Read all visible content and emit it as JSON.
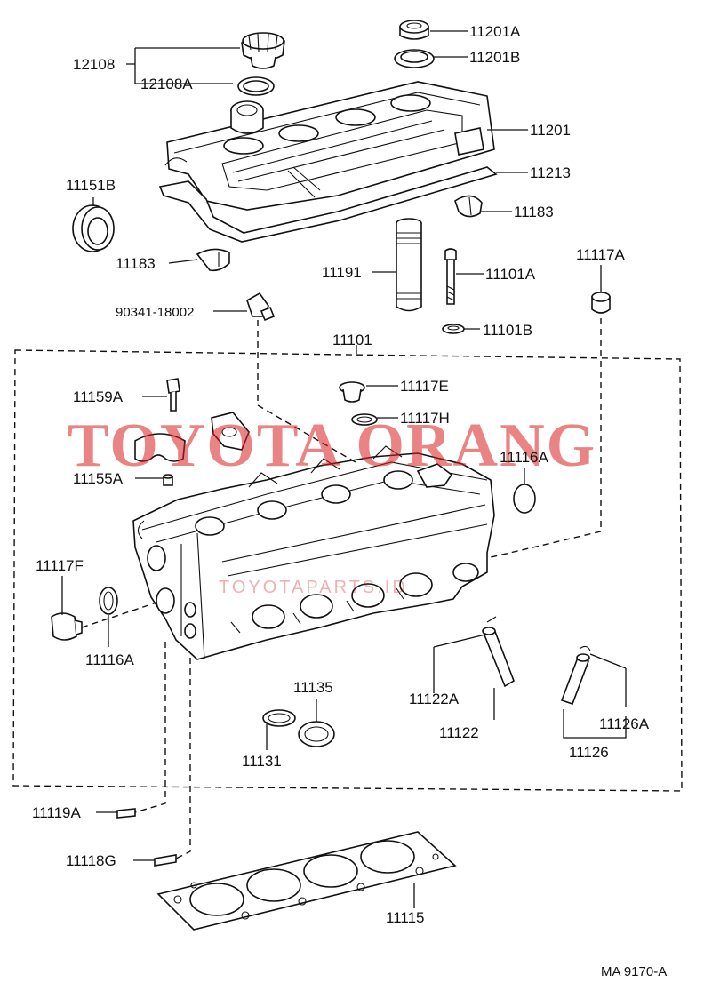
{
  "labels": {
    "l12108": "12108",
    "l12108A": "12108A",
    "l11201A": "11201A",
    "l11201B": "11201B",
    "l11201": "11201",
    "l11213": "11213",
    "l11151B": "11151B",
    "l11183a": "11183",
    "l11183b": "11183",
    "l11191": "11191",
    "l11101A": "11101A",
    "l11117A": "11117A",
    "l90341": "90341-18002",
    "l11101B": "11101B",
    "l11101": "11101",
    "l11159A": "11159A",
    "l11117E": "11117E",
    "l11117H": "11117H",
    "l11116Aright": "11116A",
    "l11155A": "11155A",
    "l11117F": "11117F",
    "l11116Aleft": "11116A",
    "l11135": "11135",
    "l11122A": "11122A",
    "l11122": "11122",
    "l11126A": "11126A",
    "l11131": "11131",
    "l11126": "11126",
    "l11119A": "11119A",
    "l11118G": "11118G",
    "l11115": "11115",
    "code": "MA 9170-A"
  },
  "watermark": {
    "text": "TOYOTA ORANG",
    "subtext": "TOYOTAPARTS.ID",
    "color": "#d81e1e"
  }
}
